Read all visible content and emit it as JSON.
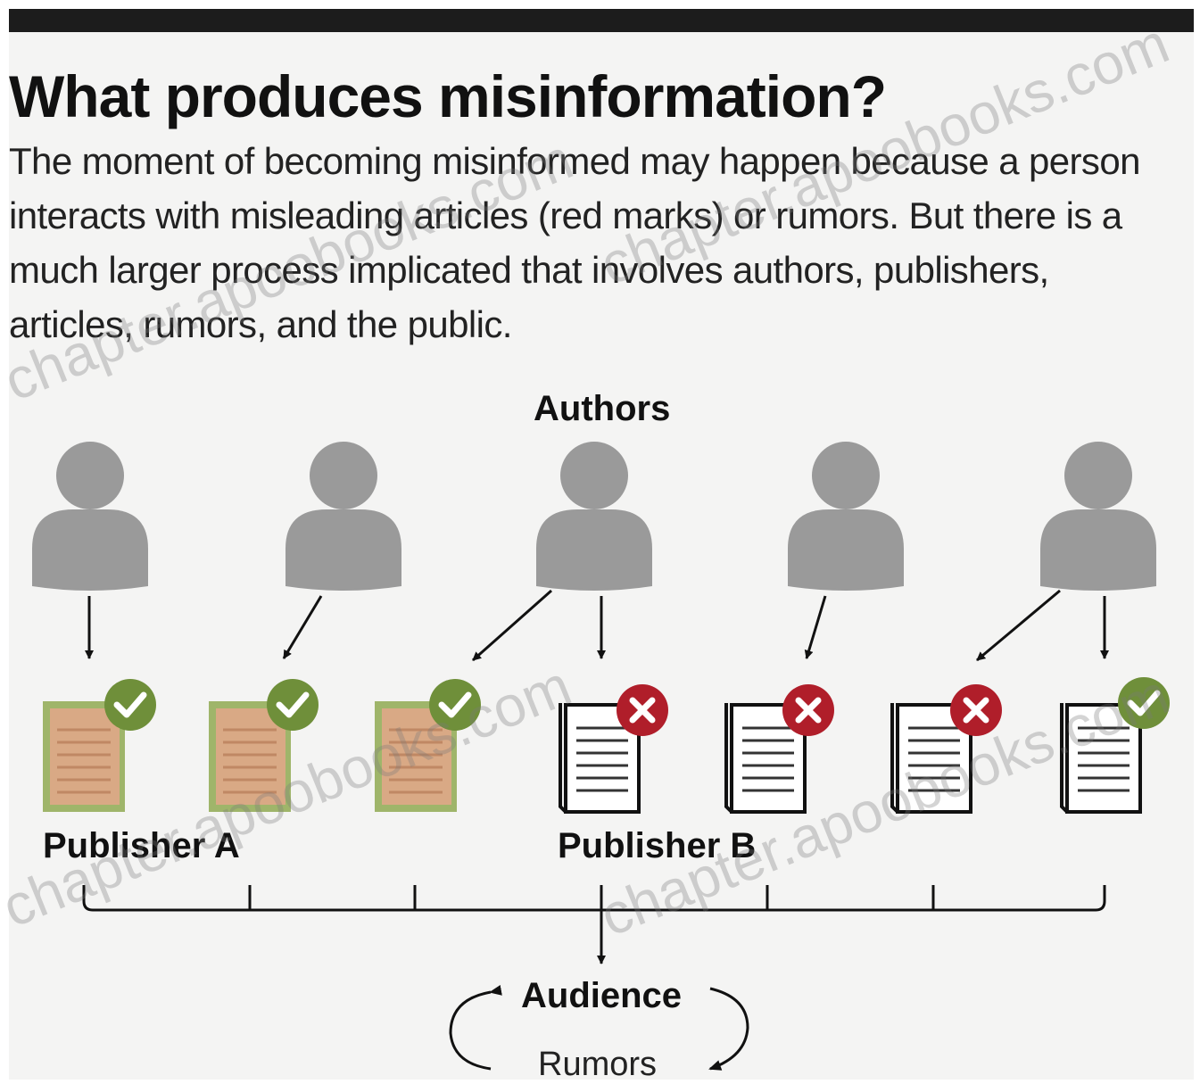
{
  "title": "What produces misinformation?",
  "subtitle": "The moment of becoming misinformed may happen because a person interacts with misleading articles (red marks) or rumors. But there is a much larger process implicated that involves authors, publishers, articles, rumors, and the public.",
  "labels": {
    "authors": "Authors",
    "publisher_a": "Publisher A",
    "publisher_b": "Publisher B",
    "audience": "Audience",
    "rumors": "Rumors"
  },
  "authors_count": 5,
  "articles": [
    {
      "publisher": "A",
      "status": "accurate"
    },
    {
      "publisher": "A",
      "status": "accurate"
    },
    {
      "publisher": "A",
      "status": "accurate"
    },
    {
      "publisher": "B",
      "status": "misleading"
    },
    {
      "publisher": "B",
      "status": "misleading"
    },
    {
      "publisher": "B",
      "status": "misleading"
    },
    {
      "publisher": "B",
      "status": "accurate"
    }
  ],
  "watermark": "chapter.apoobooks.com",
  "colors": {
    "person": "#9a9a9a",
    "accurate_badge": "#6f8f3a",
    "misleading_badge": "#b01e2a",
    "accurate_doc_fill": "#d9a985",
    "accurate_doc_border": "#9fb56a",
    "line": "#111111"
  }
}
